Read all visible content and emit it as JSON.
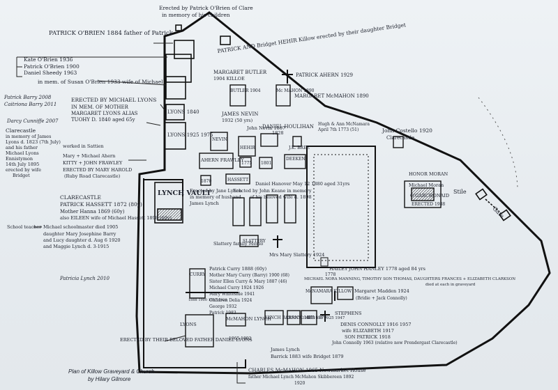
{
  "title": "Plan of Killow Graveyard & Church",
  "subtitle": "by Hilary Gilmore",
  "labels": {
    "erected_oconnor": "Erected by Patrick O'Brien of Clare",
    "erected_oconnor_2": "in memory of his children",
    "patrick_obrien": "PATRICK O'BRIEN 1884 father of Patrick",
    "kate_obrien": "Kate O'Brien 1936",
    "patrick_obrien_2": "Patrick O'Brien 1900",
    "daniel_sheedy": "Daniel Sheedy 1963",
    "susan_obrien": "in mem. of Susan O'Brien 1933 wife of Michael",
    "patrick_barry": "Patrick Barry 2008",
    "caitriona_barry": "Caitriona Barry 2011",
    "erected_lyons_1": "ERECTED BY MICHAEL LYONS",
    "erected_lyons_2": "IN MEM. OF MOTHER",
    "erected_lyons_3": "MARGARET LYONS ALIAS",
    "erected_lyons_4": "TUOHY D. 1840 aged 65y",
    "lyons_1840": "LYONS 1840",
    "lyons_1925": "LYONS 1925 1975",
    "darcy_cunniffe": "Darcy Cunniffe 2007",
    "clarecastle_1": "Clarecastle",
    "clarecastle_2": "in memory of James",
    "clarecastle_3": "Lyons d. 1823 (7th July)",
    "clarecastle_4": "and his father",
    "clarecastle_5": "Michael Lyons",
    "clarecastle_6": "Ennistymon",
    "clarecastle_7": "14th July 1895",
    "clarecastle_8": "erected by wife",
    "clarecastle_9": "Bridget",
    "mary_michael_ahern": "Mary + Michael Ahern",
    "kitty_frawley": "KITTY + JOHN FRAWLEY",
    "erected_harold": "ERECTED BY MARY HAROLD",
    "erected_harold_2": "(Ruby Road Clarecastle)",
    "worked_in_sattien": "worked in Sattien",
    "ahern_frawley": "AHERN FRAWLEY",
    "patrick_bridget": "PATRICK AND Bridget HEHIR Killow erected by their daughter Bridget",
    "margaret_butler": "MARGARET BUTLER",
    "margaret_butler_2": "1904 KILLOE",
    "butler": "BUTLER 1904",
    "mc_mahon": "Mc MAHON 1890",
    "patrick_ahern": "PATRICK AHERN 1929",
    "margaret_mcmahon": "MARGARET McMAHON 1890",
    "james_nevin": "JAMES NEVIN",
    "james_nevin_2": "1932 (50 yrs)",
    "john_nevin": "John Nevin 1867",
    "nevin": "NEVIN",
    "hehir": "HEHIR",
    "daniel_houlihan": "DANIEL HOULIHAN",
    "daniel_houlihan_2": "1828",
    "hugh_mcnamara": "Hugh & Ann McNamara",
    "hugh_mcnamara_2": "April 7th 1773 (51)",
    "jk_bree": "J.K. BREE",
    "deeken": "DEEKEN",
    "n1775": "1775",
    "n1801": "1801",
    "john_costello": "John Costello 1920",
    "clarecastle_costello": "Clarecastle",
    "honor_moran": "HONOR MORAN",
    "michael_moran": "Michael Moran",
    "ogarchonaid": "O'GARCHONAID",
    "erected_1988": "ERECTED 1988",
    "stile": "Stile",
    "gate": "Gate",
    "lynch_vault": "LYNCH VAULT",
    "n1870": "1870",
    "erected_jane_lynch": "Erected by Jane Lynch",
    "erected_jane_lynch_2": "in memory of husband",
    "erected_jane_lynch_3": "James Lynch",
    "hassett": "HASSETT",
    "daniel_hanover": "Daniel Hanover May 12 1880 aged 31yrs",
    "erected_john_keane": "Erected by John Keane in memory",
    "erected_john_keane_2": "of his beloved wife d. 1898",
    "clarecastle_hassett": "CLARECASTLE",
    "patrick_hassett": "PATRICK HASSETT 1872 (80y)",
    "mother_hanna": "Mother Hanna 1869 (60y)",
    "eileen_hassett": "also EILEEN wife of Michael Hassett 1898 (60y)",
    "school_teacher": "School teacher",
    "michael_schoolmaster": "Michael schoolmaster died 1905",
    "daughter_mary": "daughter Mary Josephine Barry",
    "lynch_daughter": "and Lucy daughter d. Aug 6 1920",
    "maggie": "and Maggie Lynch d. 3-1915",
    "slattery_family": "Slattery family Memo",
    "slattery": "SLATTERY",
    "mrs_mary_slattery": "Mrs Mary Slattery 1924",
    "patricia_lynch": "Patricia Lynch 2010",
    "patrick_curry": "Patrick Curry 1888 (60y)",
    "mother_mary_curry": "Mother Mary Curry (Barry) 1900 (68)",
    "sister_ellen": "Sister Ellen Curry & Mary 1887 (46)",
    "michael_curry": "Michael Curry 1924 1926",
    "mary_whiteside": "Mary Whiteside 1941",
    "children_delia": "Children Delia 1924",
    "george": "George 1932",
    "patrick_curry2": "Patrick 1983",
    "curry": "CURRY",
    "curry_years": "1888 1900 1887 1928",
    "hailey": "HAILEY",
    "john_hanley": "JOHN HANLEY 1778 aged 84 yrs",
    "n1778": "1778",
    "michael_nora": "MICHAEL NORA MANNING, TIMOTHY SON THOMAS, DAUGHTERS FRANCES + ELIZABETH CLARKSON",
    "michael_nora_2": "died at each in graveyard",
    "mcnamara_killow": "McNAMARA KILLOW",
    "margaret_madden": "Margaret Madden 1924",
    "bridie_jack": "(Bridie + Jack Connolly)",
    "lyons_bottom": "LYONS",
    "erected_daniel_lyons": "ERECTED BY THEIR BELOVED FATHER DANIEL LYONS",
    "mcmahon_lynch": "McMAHON LYNCH",
    "mcmahon_lynch_years": "1965 1892",
    "lynch_barrick": "LYNCH BARRICK 1883 1879",
    "james_lynch": "James Lynch",
    "barrick_1883": "Barrick 1883 wife Bridget 1879",
    "kenny": "KENNY 1916 1918 1925 1947",
    "ily": "ILY",
    "stephens": "STEPHENS",
    "denis_connolly": "DENIS CONNOLLY 1916 1957",
    "wife_elizabeth": "wife ELIZABETH 1917",
    "son_patrick": "SON PATRICK 1918",
    "john_connolly": "John Connolly 1963 (relative now Prendergast Clarecastle)",
    "charles_mcmahon": "CHARLES McMAHON 1965 Newmarket House",
    "father_michael": "father Michael Lynch McMahon Skibbereen 1892",
    "n1920": "1920"
  }
}
